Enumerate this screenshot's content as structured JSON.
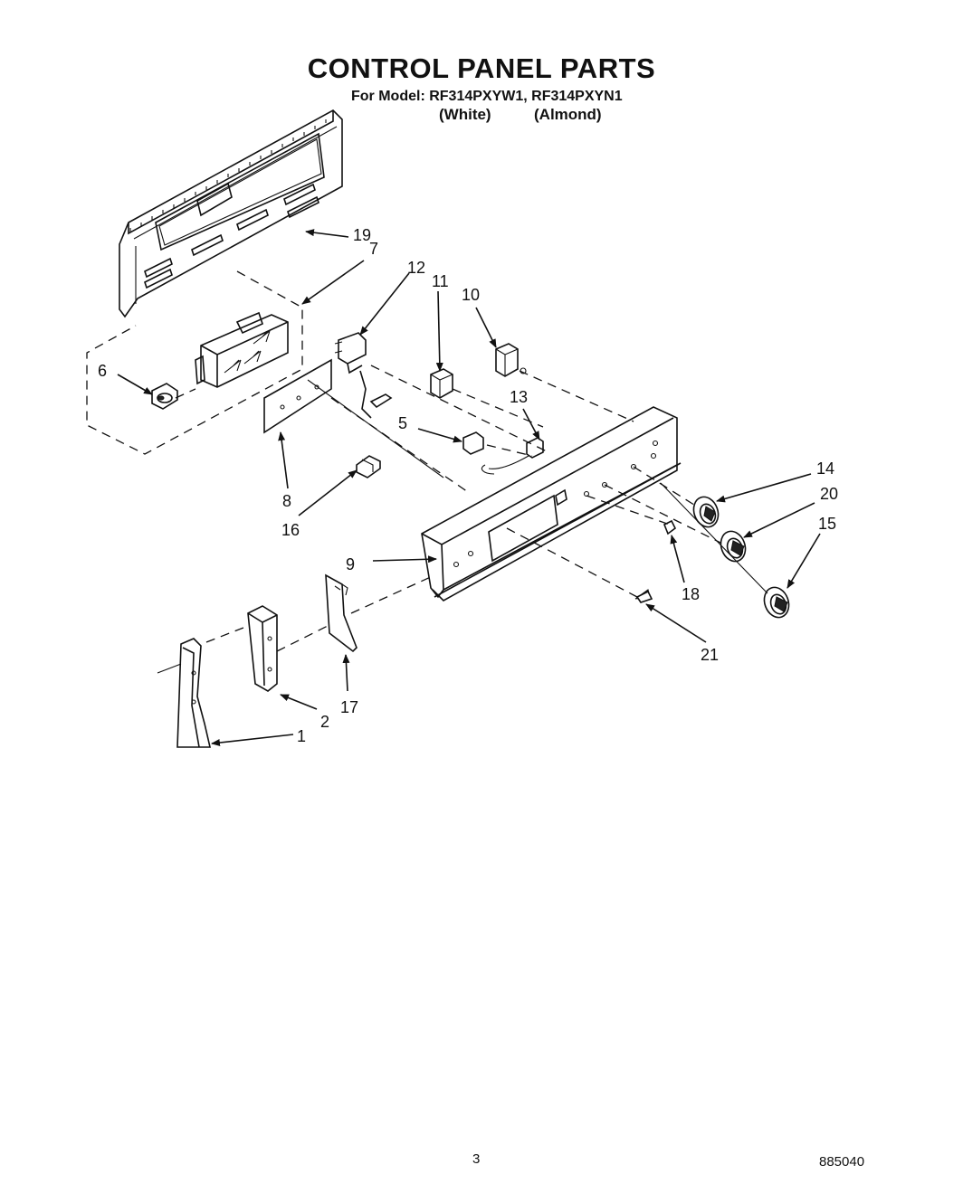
{
  "title": "CONTROL PANEL PARTS",
  "model_line": "For Model: RF314PXYW1, RF314PXYN1",
  "variants": [
    "(White)",
    "(Almond)"
  ],
  "callouts": [
    "1",
    "2",
    "5",
    "6",
    "7",
    "8",
    "9",
    "10",
    "11",
    "12",
    "13",
    "14",
    "15",
    "16",
    "17",
    "18",
    "19",
    "20",
    "21"
  ],
  "page_number": "3",
  "doc_number": "885040"
}
